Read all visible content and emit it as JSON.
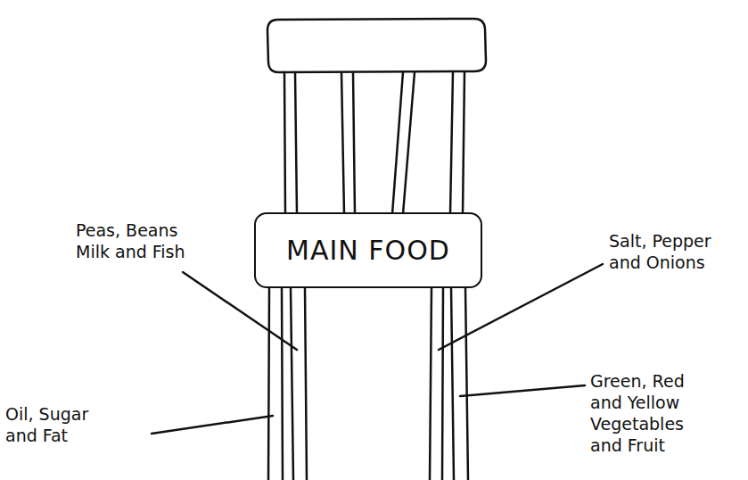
{
  "diagram": {
    "nodes": [
      {
        "text": [
          "MAIN FOOD"
        ]
      }
    ],
    "labels": [
      "Peas, Beans Milk and Fish",
      "Salt, Pepper and Onions",
      "Oil, Sugar and Fat",
      "Green, Red and Yellow Vegetables and Fruit"
    ]
  }
}
